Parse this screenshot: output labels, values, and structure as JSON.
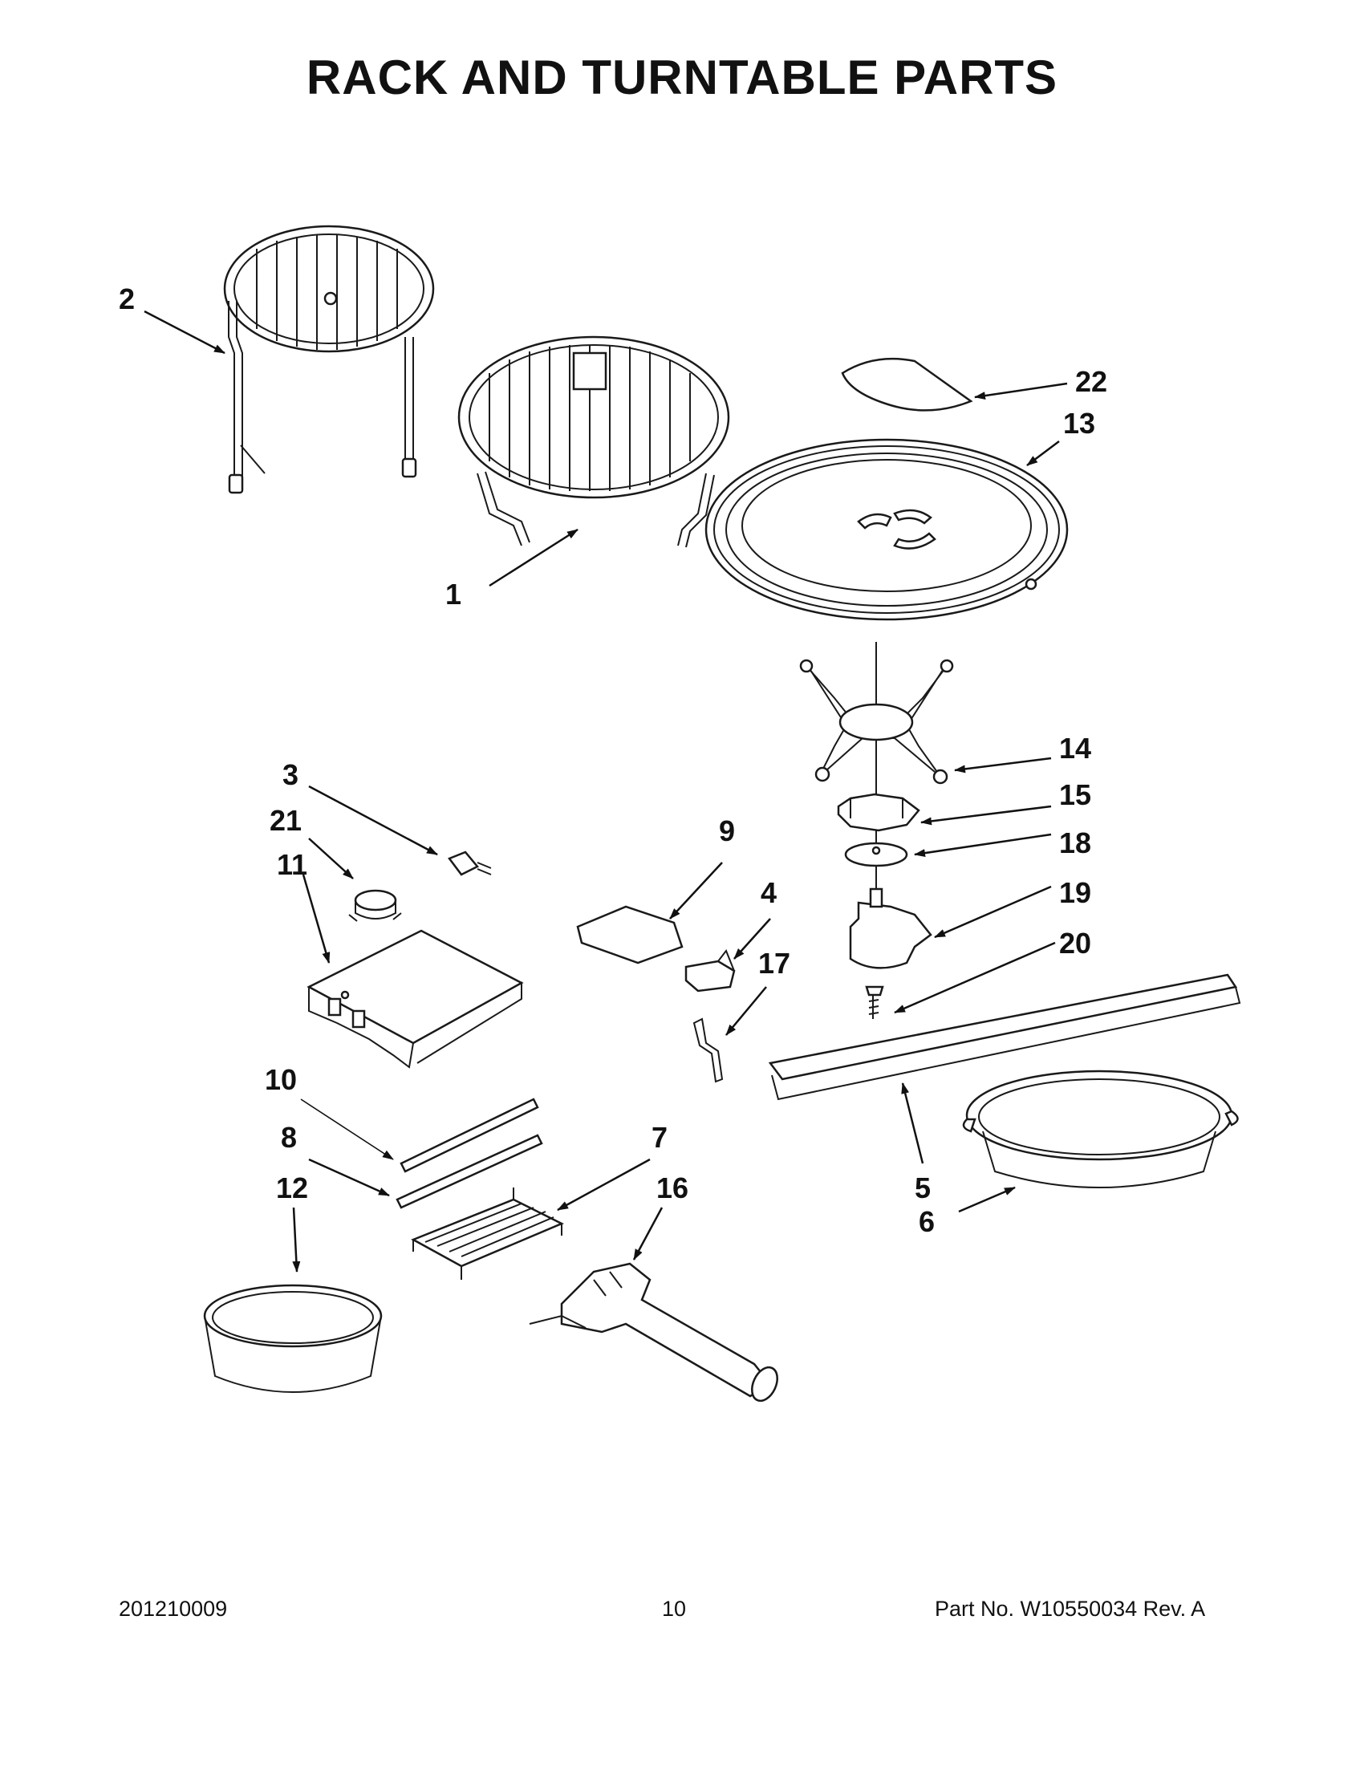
{
  "page_title": "RACK AND TURNTABLE PARTS",
  "footer": {
    "doc_code": "201210009",
    "page_number": "10",
    "part_number": "Part No.  W10550034  Rev.  A"
  },
  "callouts": {
    "c1": "1",
    "c2": "2",
    "c3": "3",
    "c4": "4",
    "c5": "5",
    "c6": "6",
    "c7": "7",
    "c8": "8",
    "c9": "9",
    "c10": "10",
    "c11": "11",
    "c12": "12",
    "c13": "13",
    "c14": "14",
    "c15": "15",
    "c16": "16",
    "c17": "17",
    "c18": "18",
    "c19": "19",
    "c20": "20",
    "c21": "21",
    "c22": "22"
  }
}
